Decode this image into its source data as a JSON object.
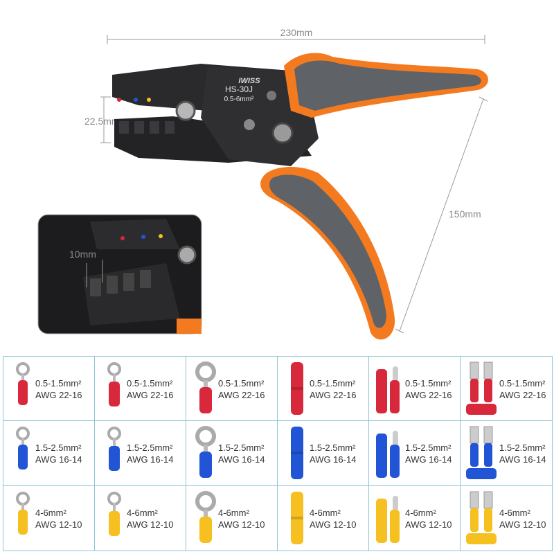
{
  "product": {
    "brand_logo": "IWISS",
    "model": "HS-30J",
    "range": "0.5-6mm²"
  },
  "dimensions": {
    "length": "230mm",
    "jaw": "22.5mm",
    "handle": "150mm",
    "inset_die": "10mm"
  },
  "colors": {
    "orange": "#f47a20",
    "grey": "#5f6266",
    "steel": "#2a2a2c",
    "red": "#d8283c",
    "blue": "#2255d6",
    "yellow": "#f5c020",
    "grid_line": "#8fc3d6"
  },
  "terminal_types": [
    "small-ring",
    "fork-ring",
    "large-ring",
    "butt-connector",
    "bullet-connector",
    "spade-connector"
  ],
  "rows": [
    {
      "color": "red",
      "size": "0.5-1.5mm²",
      "awg": "AWG 22-16"
    },
    {
      "color": "blue",
      "size": "1.5-2.5mm²",
      "awg": "AWG 16-14"
    },
    {
      "color": "yellow",
      "size": "4-6mm²",
      "awg": "AWG 12-10"
    }
  ]
}
